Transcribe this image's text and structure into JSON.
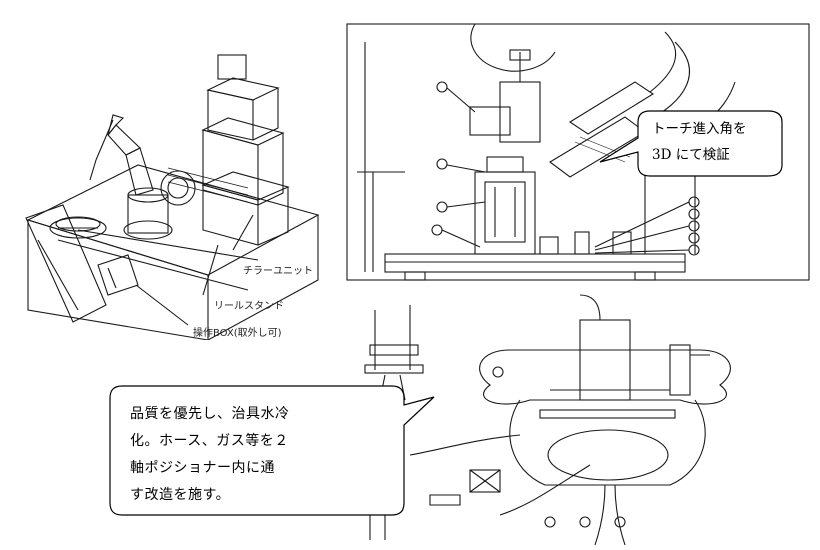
{
  "left_figure": {
    "labels": {
      "chiller": "チラーユニット",
      "reel_stand": "リールスタンド",
      "control_box": "操作BOX(取外し可)"
    }
  },
  "callouts": {
    "torch": {
      "line1": "トーチ進入角を",
      "line2": "3D にて検証"
    },
    "quality": {
      "line1": "品質を優先し、治具水冷",
      "line2": "化。ホース、ガス等を２",
      "line3": "軸ポジショナー内に通",
      "line4": "す改造を施す。"
    }
  },
  "colors": {
    "line": "#1a1a1a",
    "background": "#ffffff",
    "callout_border": "#000000"
  }
}
